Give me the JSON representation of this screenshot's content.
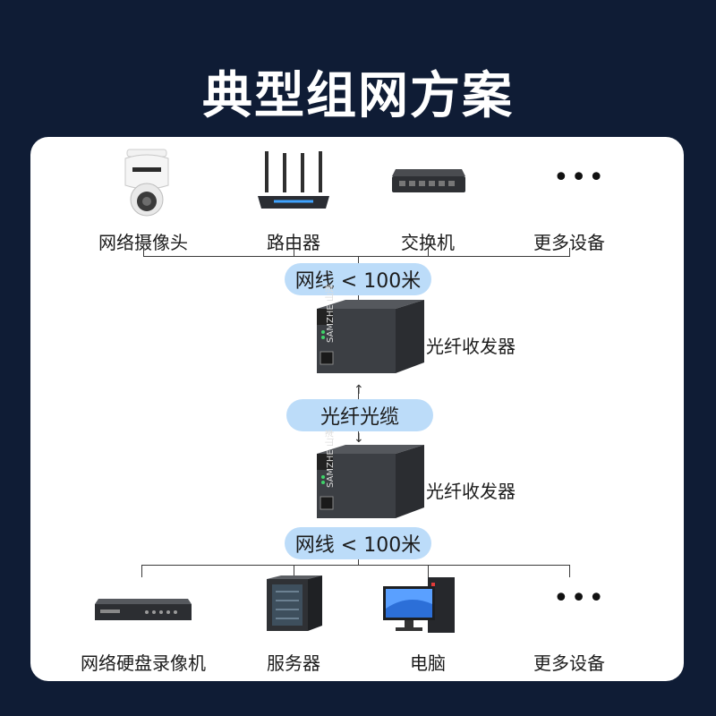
{
  "title": "典型组网方案",
  "top_devices": [
    {
      "label": "网络摄像头",
      "icon": "camera-icon"
    },
    {
      "label": "路由器",
      "icon": "router-icon"
    },
    {
      "label": "交换机",
      "icon": "switch-icon"
    },
    {
      "label": "更多设备",
      "icon": "more-dots-icon"
    }
  ],
  "bottom_devices": [
    {
      "label": "网络硬盘录像机",
      "icon": "nvr-icon"
    },
    {
      "label": "服务器",
      "icon": "server-cabinet-icon"
    },
    {
      "label": "电脑",
      "icon": "computer-icon"
    },
    {
      "label": "更多设备",
      "icon": "more-dots-icon"
    }
  ],
  "connections": {
    "top_cable": "网线 < 100米",
    "fiber": "光纤光缆",
    "bottom_cable": "网线 < 100米"
  },
  "transceivers": [
    {
      "label": "光纤收发器",
      "brand": "SAMZHE 山泽"
    },
    {
      "label": "光纤收发器",
      "brand": "SAMZHE 山泽"
    }
  ],
  "more_dots": "•••",
  "colors": {
    "background": "#0f1c35",
    "card": "#ffffff",
    "pill": "#bcdcf9",
    "device": "#3a3d42"
  }
}
